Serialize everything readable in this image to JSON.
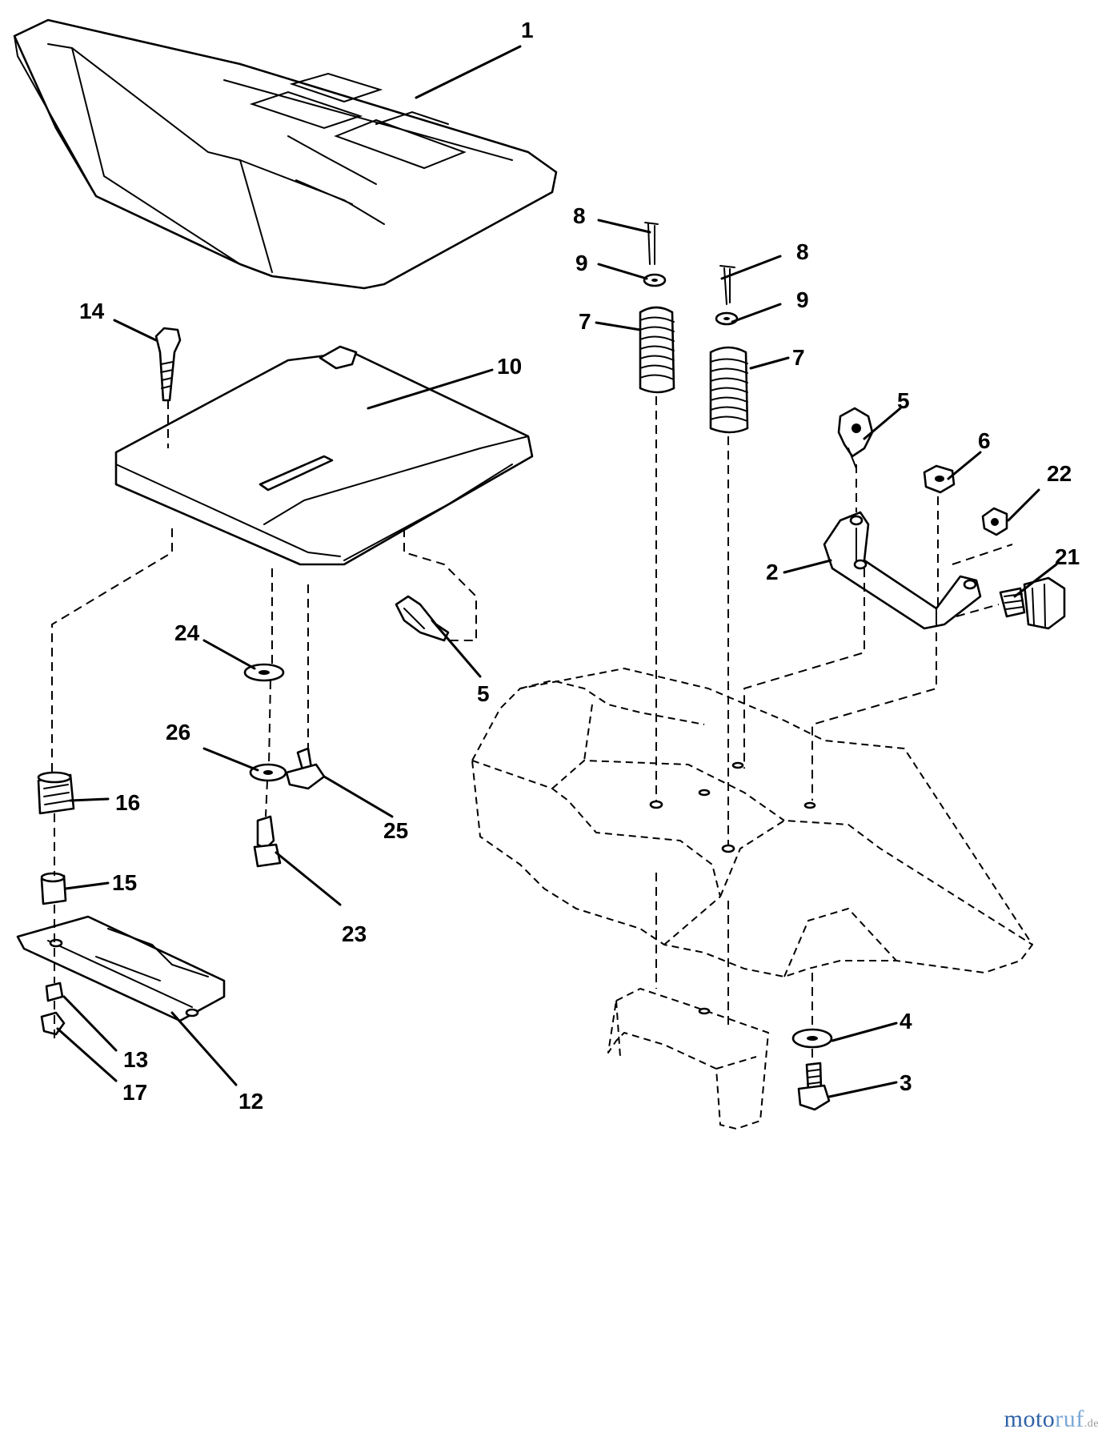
{
  "callouts": [
    {
      "key": "c1",
      "text": "1"
    },
    {
      "key": "c2",
      "text": "2"
    },
    {
      "key": "c3",
      "text": "3"
    },
    {
      "key": "c4",
      "text": "4"
    },
    {
      "key": "c5a",
      "text": "5"
    },
    {
      "key": "c5b",
      "text": "5"
    },
    {
      "key": "c6",
      "text": "6"
    },
    {
      "key": "c7a",
      "text": "7"
    },
    {
      "key": "c7b",
      "text": "7"
    },
    {
      "key": "c8a",
      "text": "8"
    },
    {
      "key": "c8b",
      "text": "8"
    },
    {
      "key": "c9a",
      "text": "9"
    },
    {
      "key": "c9b",
      "text": "9"
    },
    {
      "key": "c10",
      "text": "10"
    },
    {
      "key": "c12",
      "text": "12"
    },
    {
      "key": "c13",
      "text": "13"
    },
    {
      "key": "c14",
      "text": "14"
    },
    {
      "key": "c15",
      "text": "15"
    },
    {
      "key": "c16",
      "text": "16"
    },
    {
      "key": "c17",
      "text": "17"
    },
    {
      "key": "c21",
      "text": "21"
    },
    {
      "key": "c22",
      "text": "22"
    },
    {
      "key": "c23",
      "text": "23"
    },
    {
      "key": "c24",
      "text": "24"
    },
    {
      "key": "c25",
      "text": "25"
    },
    {
      "key": "c26",
      "text": "26"
    }
  ],
  "watermark": {
    "part1": "moto",
    "part2": "ruf",
    "part3": ".de"
  }
}
